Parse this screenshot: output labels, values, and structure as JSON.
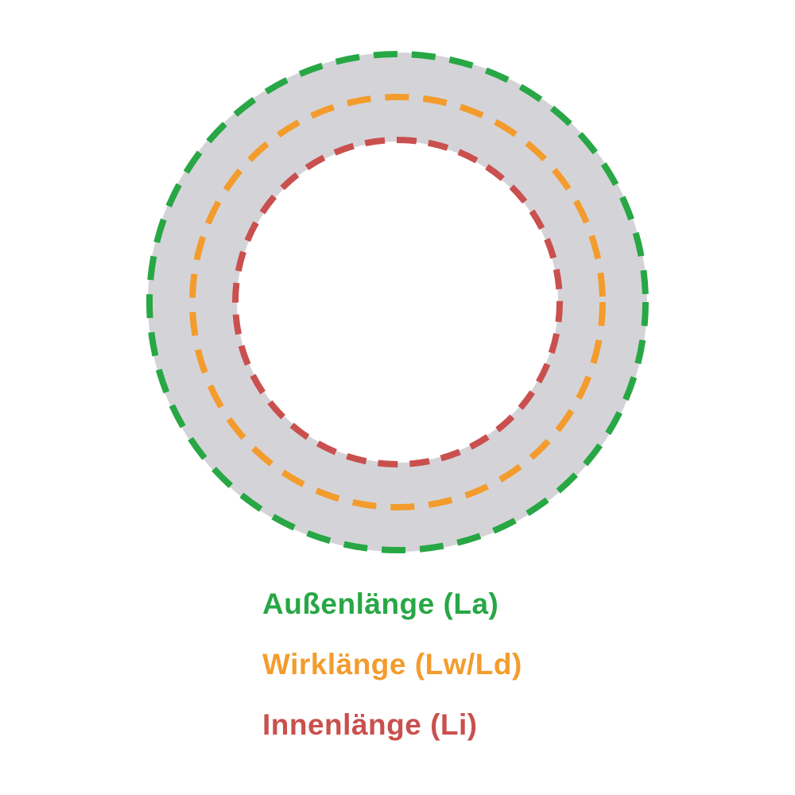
{
  "colors": {
    "outer": "#28a745",
    "effective": "#f39c2d",
    "inner": "#c9504e",
    "belt": "#d4d4d8",
    "background": "#ffffff"
  },
  "legend": {
    "outer_label": "Außenlänge (La)",
    "effective_label": "Wirklänge (Lw/Ld)",
    "inner_label": "Innenlänge (Li)"
  }
}
